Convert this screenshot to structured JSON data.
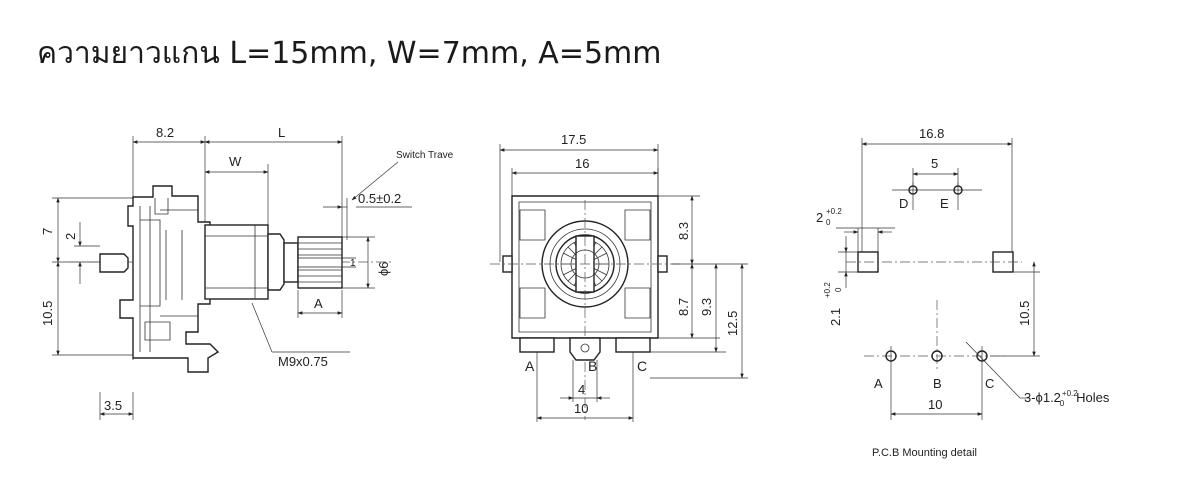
{
  "title": "ความยาวแกน L=15mm, W=7mm, A=5mm",
  "side_view": {
    "dim_82": "8.2",
    "dim_L": "L",
    "dim_W": "W",
    "switch_travel": "Switch Trave",
    "dim_05": "0.5",
    "dim_05_tol": "±0.2",
    "dim_7": "7",
    "dim_2": "2",
    "dim_105": "10.5",
    "dim_phi6": "ϕ6",
    "dim_1": "1",
    "dim_A": "A",
    "thread": "M9x0.75",
    "dim_35": "3.5"
  },
  "front_view": {
    "dim_175": "17.5",
    "dim_16": "16",
    "dim_83": "8.3",
    "dim_87": "8.7",
    "dim_93": "9.3",
    "dim_125": "12.5",
    "pin_A": "A",
    "pin_B": "B",
    "pin_C": "C",
    "dim_4": "4",
    "dim_10": "10"
  },
  "pcb_view": {
    "dim_168": "16.8",
    "dim_5": "5",
    "pin_D": "D",
    "pin_E": "E",
    "dim_2": "2",
    "dim_2_tol_up": "+0.2",
    "dim_2_tol_lo": "0",
    "dim_21": "2.1",
    "dim_21_tol_up": "+0.2",
    "dim_21_tol_lo": "0",
    "dim_105": "10.5",
    "pin_A": "A",
    "pin_B": "B",
    "pin_C": "C",
    "dim_10": "10",
    "holes_prefix": "3-ϕ1.2",
    "holes_tol_up": "+0.2",
    "holes_tol_lo": "0",
    "holes_suffix": "Holes",
    "caption": "P.C.B  Mounting detail"
  }
}
